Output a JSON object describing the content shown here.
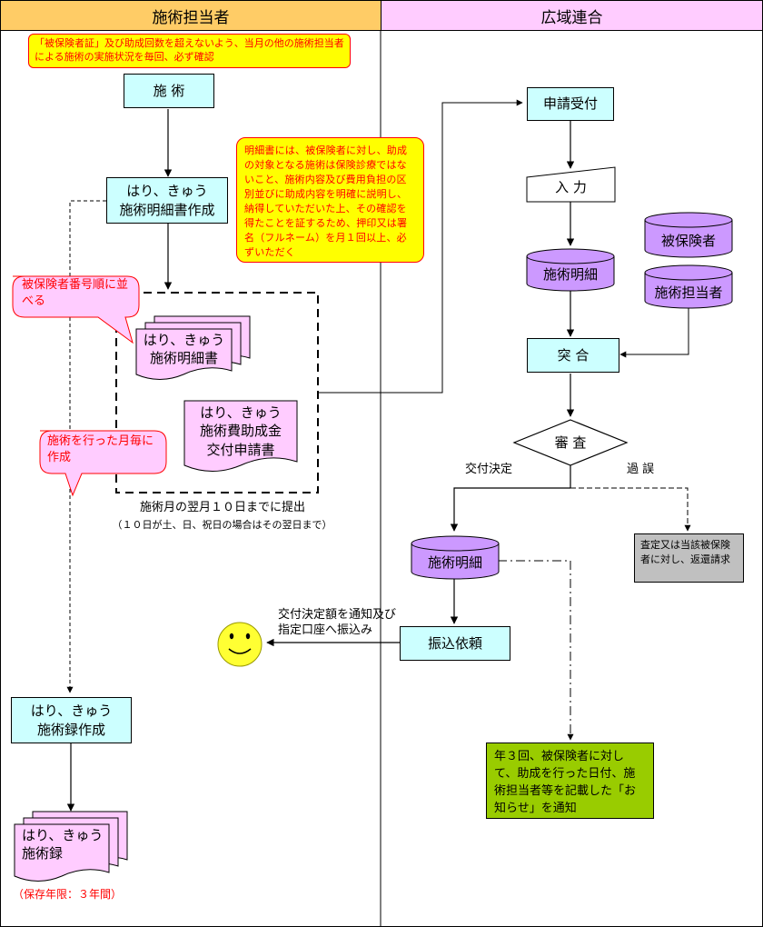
{
  "lanes": {
    "left": "施術担当者",
    "right": "広域連合"
  },
  "notes": {
    "top_check": "「被保険者証」及び助成回数を超えないよう、当月の他の施術担当者による施術の実施状況を毎回、必ず確認",
    "explain": "明細書には、被保険者に対し、助成の対象となる施術は保険診療ではないこと、施術内容及び費用負担の区別並びに助成内容を明確に説明し、納得していただいた上、その確認を得たことを証するため、押印又は署名（フルネーム）を月１回以上、必ずいただく",
    "callout_sort": "被保険者番号順に並べる",
    "callout_monthly": "施術を行った月毎に作成"
  },
  "left": {
    "treatment": "施 術",
    "statement_create": "はり、きゅう\n施術明細書作成",
    "statement_doc": "はり、きゅう\n施術明細書",
    "application_doc": "はり、きゅう\n施術費助成金\n交付申請書",
    "submit": "施術月の翌月１０日までに提出",
    "submit_note": "（１０日が土、日、祝日の場合はその翌日まで）",
    "record_create": "はり、きゅう\n施術録作成",
    "record_doc": "はり、きゅう\n施術録",
    "retention": "（保存年限：３年間）"
  },
  "right": {
    "receive": "申請受付",
    "input": "入 力",
    "db_statement": "施術明細",
    "db_insured": "被保険者",
    "db_practitioner": "施術担当者",
    "match": "突 合",
    "review": "審 査",
    "decision": "交付決定",
    "error": "過 誤",
    "db_statement2": "施術明細",
    "refund": "査定又は当該被保険者に対し、返還請求",
    "transfer": "振込依頼",
    "notify_transfer": "交付決定額を通知及び\n指定口座へ振込み",
    "notice": "年３回、被保険者に対して、助成を行った日付、施術担当者等を記載した「お知らせ」を通知"
  },
  "colors": {
    "cyan": "#ccffff",
    "pink": "#ffccff",
    "purple": "#cc99ff",
    "header_left": "#ffcc66",
    "header_right": "#ffccff",
    "yellow": "#ffff00",
    "red": "#ff0000",
    "gray": "#c0c0c0",
    "green": "#99cc00"
  },
  "icons": [
    "smiley-icon"
  ]
}
